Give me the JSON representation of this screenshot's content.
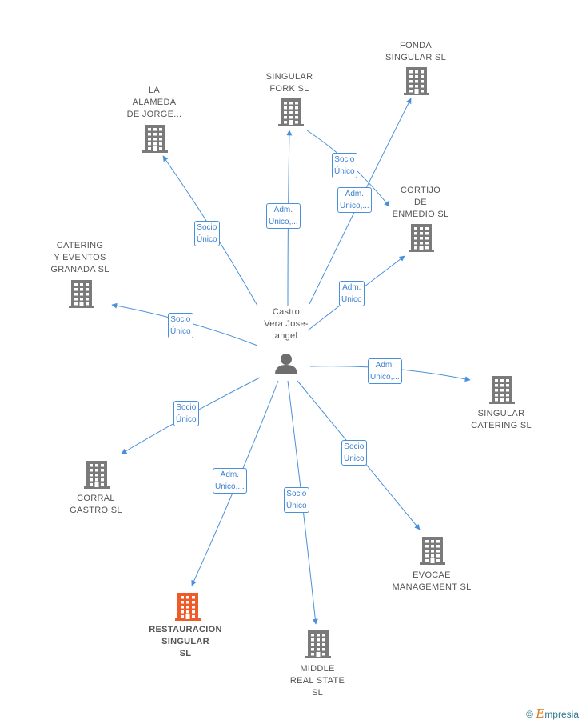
{
  "center": {
    "name_lines": [
      "Castro",
      "Vera Jose-",
      "angel"
    ]
  },
  "companies": [
    {
      "id": "fonda",
      "lines": [
        "FONDA",
        "SINGULAR  SL"
      ],
      "highlight": false
    },
    {
      "id": "singular-fork",
      "lines": [
        "SINGULAR",
        "FORK  SL"
      ],
      "highlight": false
    },
    {
      "id": "la-alameda",
      "lines": [
        "LA",
        "ALAMEDA",
        "DE JORGE..."
      ],
      "highlight": false
    },
    {
      "id": "cortijo",
      "lines": [
        "CORTIJO",
        "DE",
        "ENMEDIO  SL"
      ],
      "highlight": false
    },
    {
      "id": "catering-eventos",
      "lines": [
        "CATERING",
        "Y EVENTOS",
        "GRANADA  SL"
      ],
      "highlight": false
    },
    {
      "id": "singular-catering",
      "lines": [
        "SINGULAR",
        "CATERING  SL"
      ],
      "highlight": false
    },
    {
      "id": "corral-gastro",
      "lines": [
        "CORRAL",
        "GASTRO  SL"
      ],
      "highlight": false
    },
    {
      "id": "evocae",
      "lines": [
        "EVOCAE",
        "MANAGEMENT SL"
      ],
      "highlight": false
    },
    {
      "id": "restauracion",
      "lines": [
        "RESTAURACION",
        "SINGULAR",
        "SL"
      ],
      "highlight": true
    },
    {
      "id": "middle",
      "lines": [
        "MIDDLE",
        "REAL STATE",
        "SL"
      ],
      "highlight": false
    }
  ],
  "edges": [
    {
      "target": "fonda",
      "lines": [
        "Adm.",
        "Unico,..."
      ]
    },
    {
      "target": "singular-fork",
      "lines": [
        "Adm.",
        "Unico,..."
      ]
    },
    {
      "target": "la-alameda",
      "lines": [
        "Socio",
        "Único"
      ]
    },
    {
      "target": "cortijo",
      "lines": [
        "Socio",
        "Único"
      ]
    },
    {
      "target": "cortijo",
      "lines": [
        "Adm.",
        "Unico"
      ]
    },
    {
      "target": "catering-eventos",
      "lines": [
        "Socio",
        "Único"
      ]
    },
    {
      "target": "singular-catering",
      "lines": [
        "Adm.",
        "Unico,..."
      ]
    },
    {
      "target": "corral-gastro",
      "lines": [
        "Socio",
        "Único"
      ]
    },
    {
      "target": "evocae",
      "lines": [
        "Socio",
        "Único"
      ]
    },
    {
      "target": "restauracion",
      "lines": [
        "Adm.",
        "Unico,..."
      ]
    },
    {
      "target": "middle",
      "lines": [
        "Socio",
        "Único"
      ]
    }
  ],
  "colors": {
    "edge": "#4a90d9",
    "building": "#7a7a7a",
    "highlight": "#f05a28",
    "person": "#6e6e6e"
  },
  "footer": {
    "copyright": "©",
    "brand_initial": "E",
    "brand_rest": "mpresia"
  }
}
